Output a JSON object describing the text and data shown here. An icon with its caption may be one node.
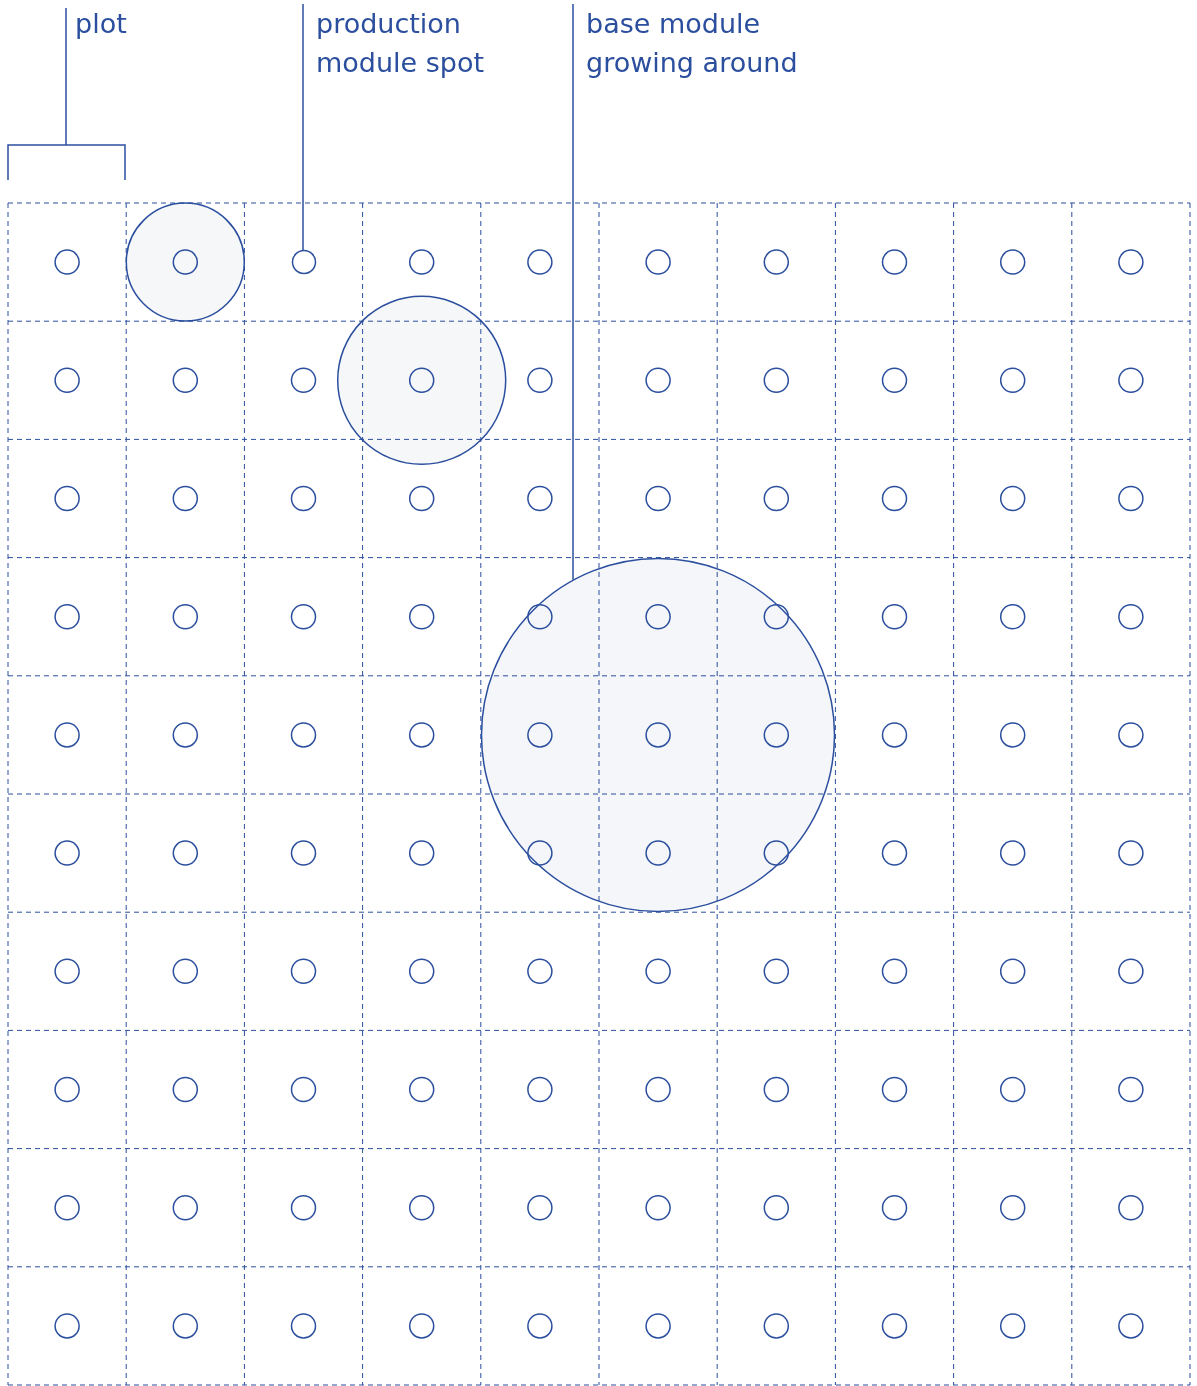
{
  "diagram": {
    "nodes": [
      {
        "text": [
          "production module spot"
        ]
      },
      {
        "text": [],
        "shape": "circle"
      },
      {
        "text": [
          "base module growing around"
        ]
      },
      {
        "text": [],
        "shape": "circle"
      }
    ],
    "edges": [
      {
        "from": 0,
        "to": 1,
        "arrow": "none"
      },
      {
        "from": 2,
        "to": 3,
        "arrow": "none"
      }
    ],
    "labels": [
      "plot"
    ]
  }
}
